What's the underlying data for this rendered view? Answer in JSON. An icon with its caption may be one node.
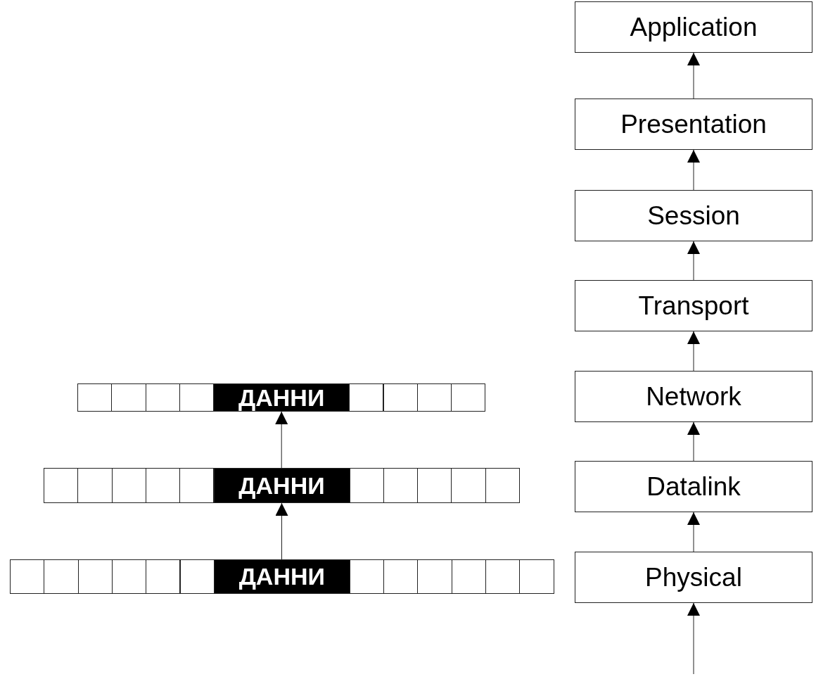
{
  "diagram": {
    "nodes": [
      {
        "text": [
          "Application"
        ]
      },
      {
        "text": [
          "Presentation"
        ]
      },
      {
        "text": [
          "Session"
        ]
      },
      {
        "text": [
          "Transport"
        ]
      },
      {
        "text": [
          "Network"
        ]
      },
      {
        "text": [
          "Datalink"
        ]
      },
      {
        "text": [
          "Physical"
        ]
      },
      {
        "text": [],
        "shape": "box"
      },
      {
        "text": [],
        "shape": "box"
      },
      {
        "text": [],
        "shape": "box"
      },
      {
        "text": [],
        "shape": "box"
      },
      {
        "text": [
          "ДАННИ"
        ]
      },
      {
        "text": [],
        "shape": "box"
      },
      {
        "text": [],
        "shape": "box"
      },
      {
        "text": [],
        "shape": "box"
      },
      {
        "text": [],
        "shape": "box"
      },
      {
        "text": [],
        "shape": "box"
      },
      {
        "text": [],
        "shape": "box"
      },
      {
        "text": [],
        "shape": "box"
      },
      {
        "text": [],
        "shape": "box"
      },
      {
        "text": [],
        "shape": "box"
      },
      {
        "text": [
          "ДАННИ"
        ]
      },
      {
        "text": [],
        "shape": "box"
      },
      {
        "text": [],
        "shape": "box"
      },
      {
        "text": [],
        "shape": "box"
      },
      {
        "text": [],
        "shape": "box"
      },
      {
        "text": [],
        "shape": "box"
      },
      {
        "text": [],
        "shape": "box"
      },
      {
        "text": [],
        "shape": "box"
      },
      {
        "text": [],
        "shape": "box"
      },
      {
        "text": [],
        "shape": "box"
      },
      {
        "text": [],
        "shape": "box"
      },
      {
        "text": [],
        "shape": "box"
      },
      {
        "text": [
          "ДАННИ"
        ]
      },
      {
        "text": [],
        "shape": "box"
      },
      {
        "text": [],
        "shape": "box"
      },
      {
        "text": [],
        "shape": "box"
      },
      {
        "text": [],
        "shape": "box"
      },
      {
        "text": [],
        "shape": "box"
      },
      {
        "text": [],
        "shape": "box"
      }
    ],
    "edges": [
      {
        "from": 1,
        "to": 0,
        "arrow": "to"
      },
      {
        "from": 2,
        "to": 1,
        "arrow": "to"
      },
      {
        "from": 3,
        "to": 2,
        "arrow": "to"
      },
      {
        "from": 4,
        "to": 3,
        "arrow": "to"
      },
      {
        "from": 5,
        "to": 4,
        "arrow": "to"
      },
      {
        "from": 6,
        "to": 5,
        "arrow": "to"
      },
      {
        "from": null,
        "to": 6,
        "arrow": "to"
      },
      {
        "from": 33,
        "to": 21,
        "arrow": "to"
      },
      {
        "from": 21,
        "to": 11,
        "arrow": "to"
      }
    ]
  }
}
